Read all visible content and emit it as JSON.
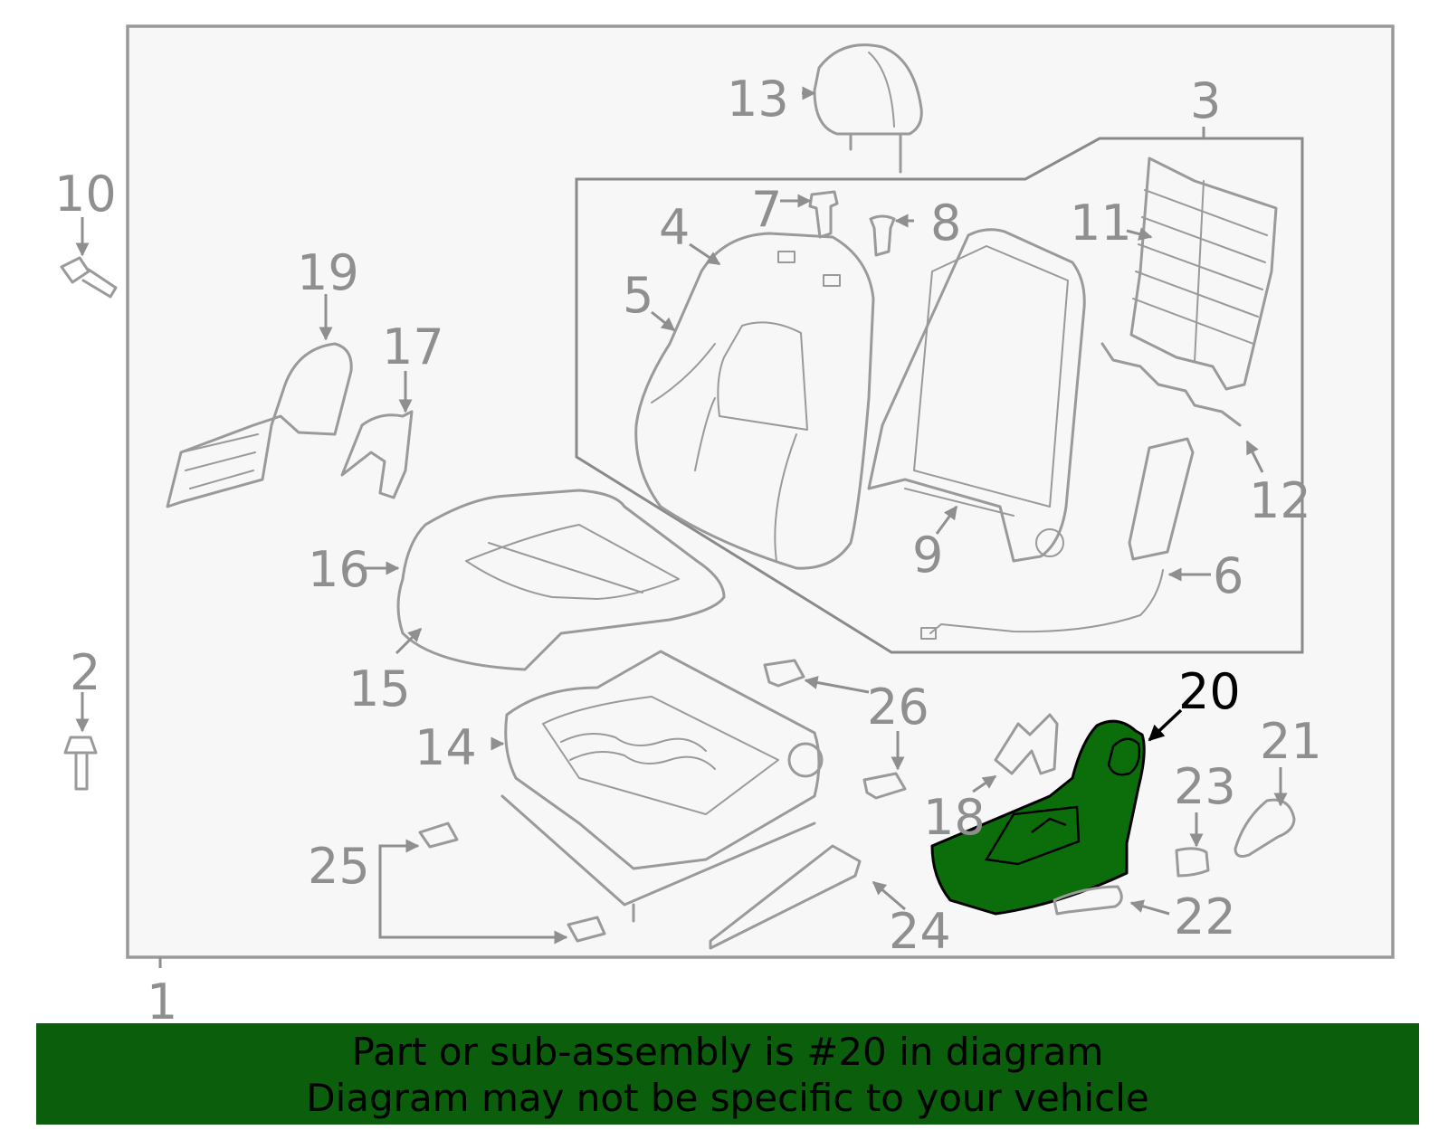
{
  "diagram": {
    "highlight_color": "#0b6e0b",
    "callouts": {
      "c1": "1",
      "c2": "2",
      "c3": "3",
      "c4": "4",
      "c5": "5",
      "c6": "6",
      "c7": "7",
      "c8": "8",
      "c9": "9",
      "c10": "10",
      "c11": "11",
      "c12": "12",
      "c13": "13",
      "c14": "14",
      "c15": "15",
      "c16": "16",
      "c17": "17",
      "c18": "18",
      "c19": "19",
      "c20": "20",
      "c21": "21",
      "c22": "22",
      "c23": "23",
      "c24": "24",
      "c25": "25",
      "c26": "26"
    }
  },
  "banner": {
    "line1": "Part or sub-assembly is #20 in diagram",
    "line2": "Diagram may not be specific to your vehicle",
    "background": "#0b5e0b"
  }
}
